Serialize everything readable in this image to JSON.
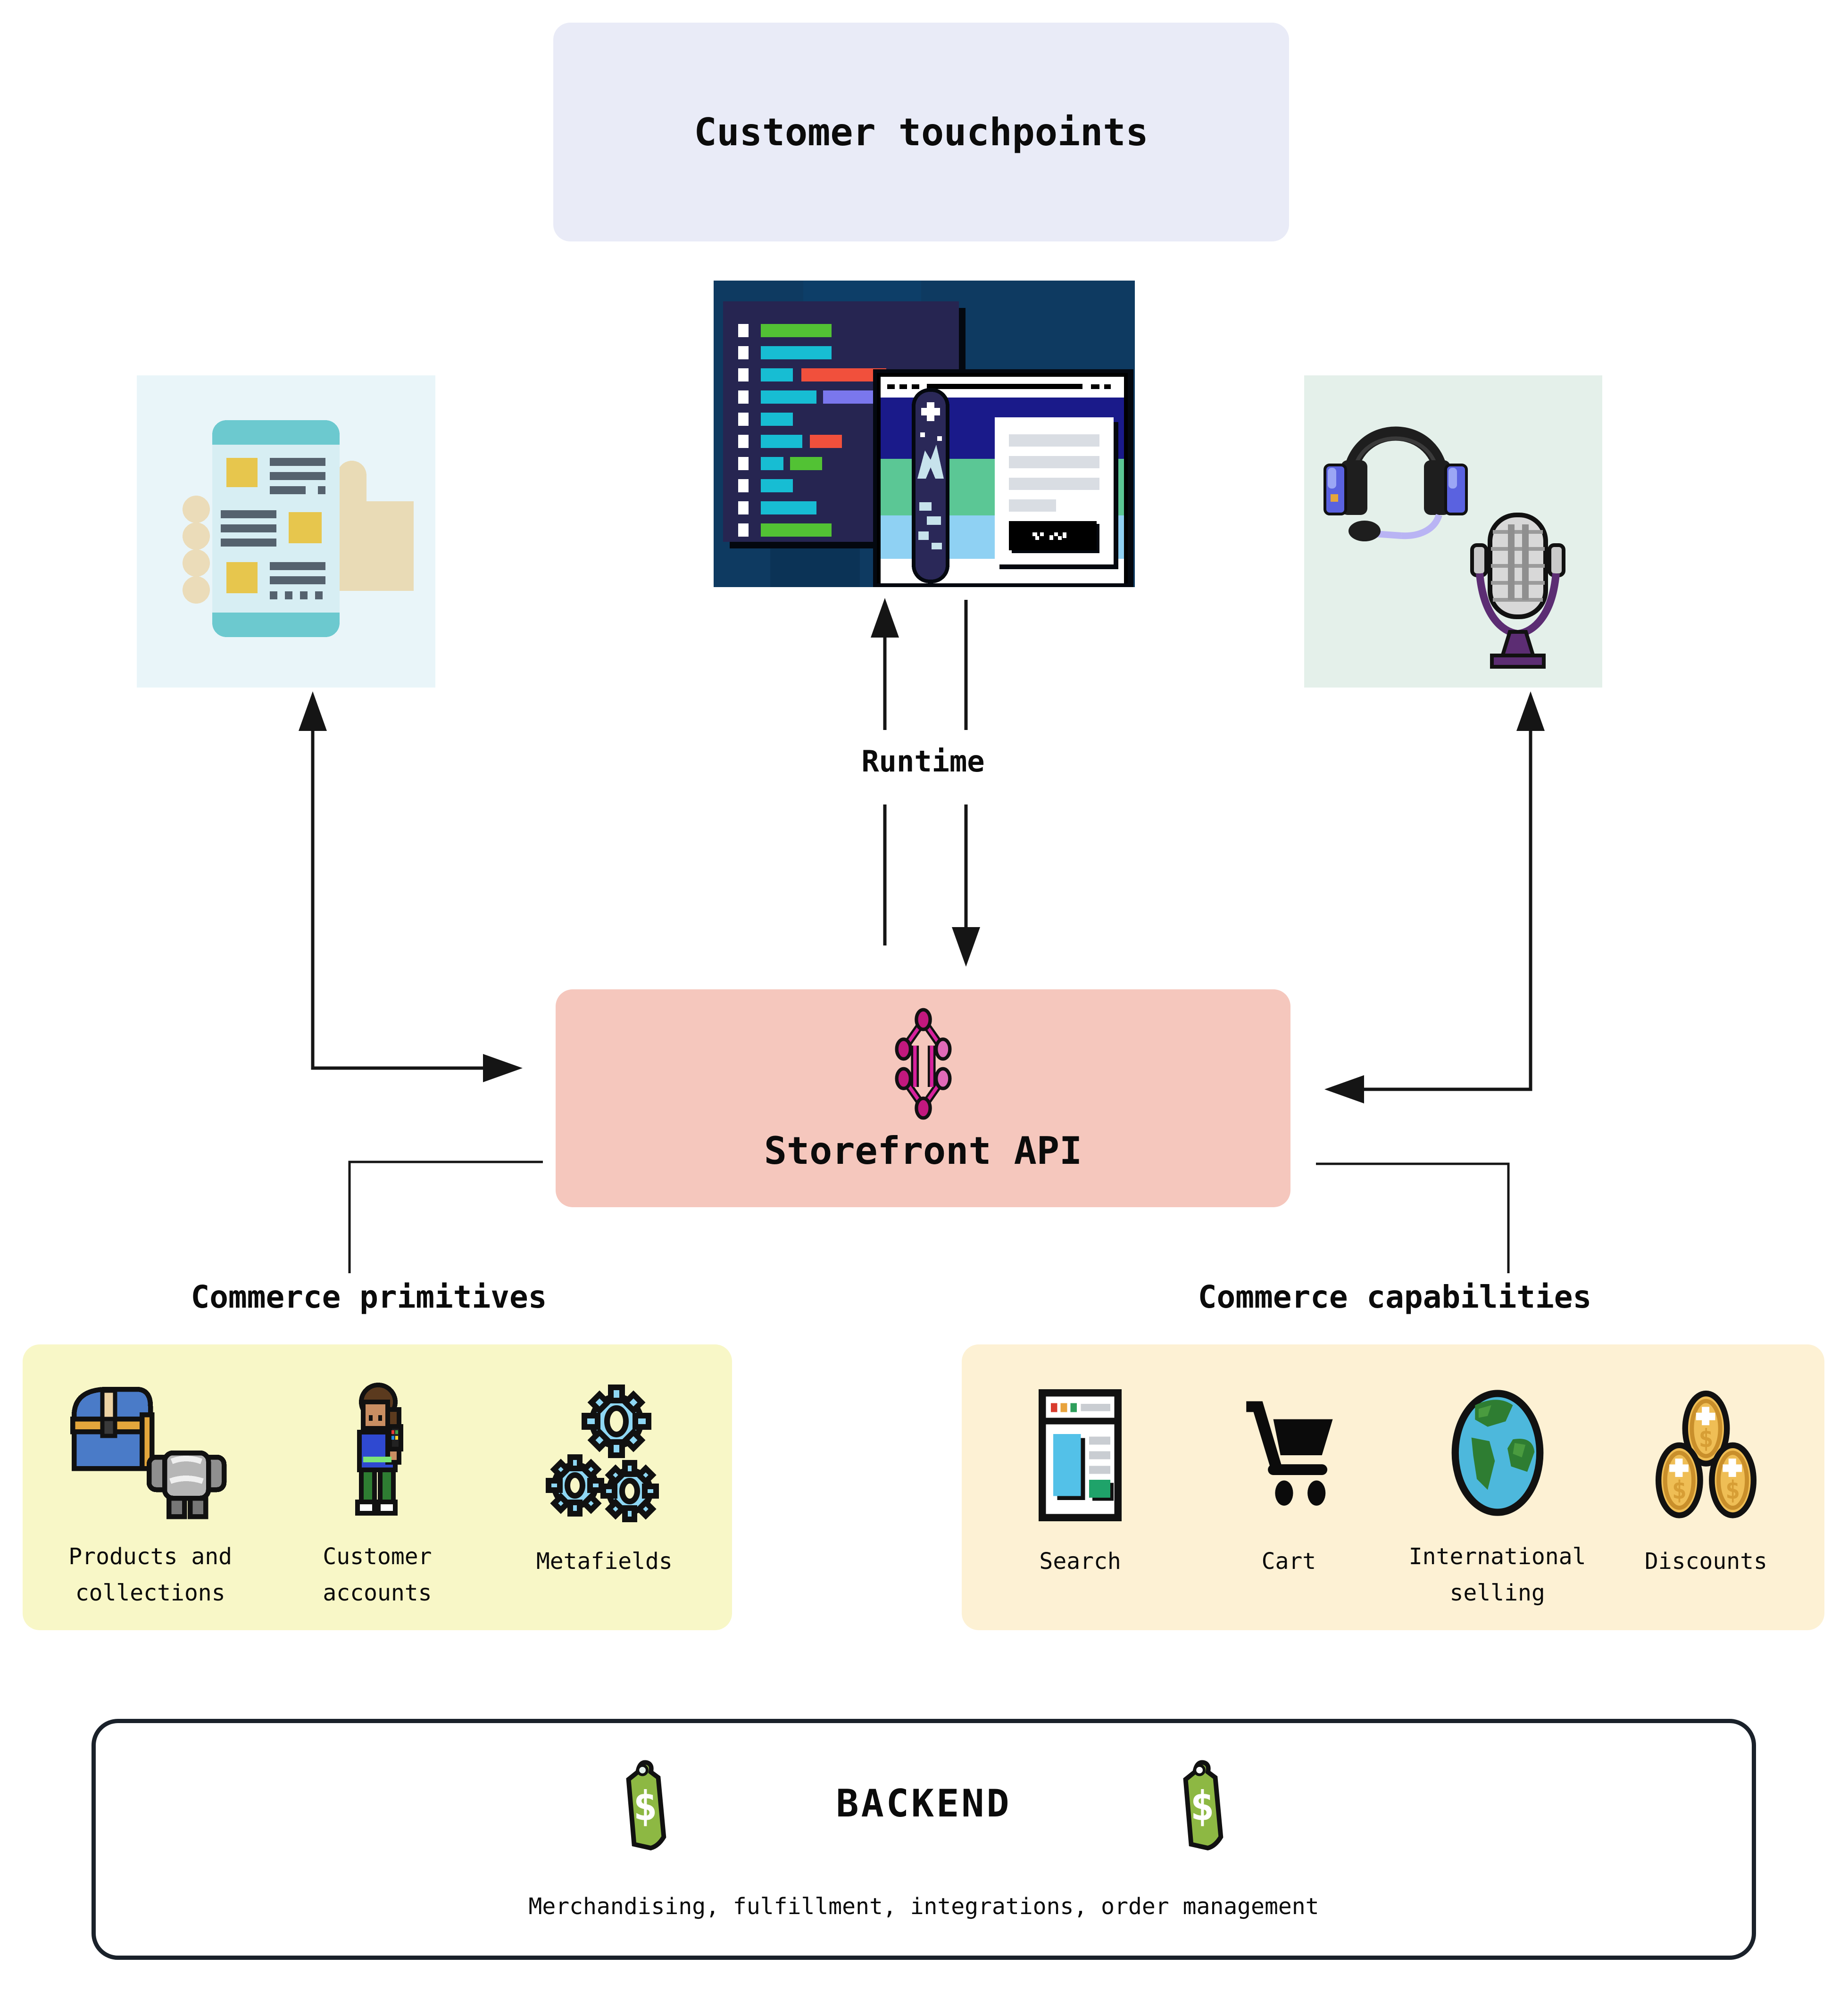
{
  "header": {
    "title": "Customer touchpoints"
  },
  "touchpoint_images": {
    "mobile": "mobile-shopping-app-illustration",
    "code": "storefront-code-and-browser-illustration",
    "voice": "headset-and-microphone-illustration"
  },
  "runtime_label": "Runtime",
  "storefront": {
    "title": "Storefront API",
    "icon": "graphql-icon"
  },
  "primitives": {
    "title": "Commerce primitives",
    "items": [
      {
        "label": "Products and\ncollections",
        "icon": "treasure-chest-armor-icon"
      },
      {
        "label": "Customer\naccounts",
        "icon": "customer-avatar-icon"
      },
      {
        "label": "Metafields",
        "icon": "gears-icon"
      }
    ]
  },
  "capabilities": {
    "title": "Commerce capabilities",
    "items": [
      {
        "label": "Search",
        "icon": "browser-search-icon"
      },
      {
        "label": "Cart",
        "icon": "shopping-cart-icon"
      },
      {
        "label": "International\nselling",
        "icon": "globe-icon"
      },
      {
        "label": "Discounts",
        "icon": "gold-coins-icon"
      }
    ]
  },
  "backend": {
    "title": "BACKEND",
    "subtitle": "Merchandising, fulfillment, integrations, order management",
    "icon": "shopify-bag-icon"
  },
  "colors": {
    "touchpoints_bg": "#E9EBF7",
    "mobile_bg": "#E9F5F9",
    "voice_bg": "#E4F0EA",
    "storefront_bg": "#F5C7BD",
    "primitives_bg": "#F8F7C7",
    "capabilities_bg": "#FDF1D4",
    "backend_border": "#1A212A",
    "arrow": "#151515",
    "graphql_pink": "#C2187E",
    "shopify_green": "#8DB843"
  }
}
